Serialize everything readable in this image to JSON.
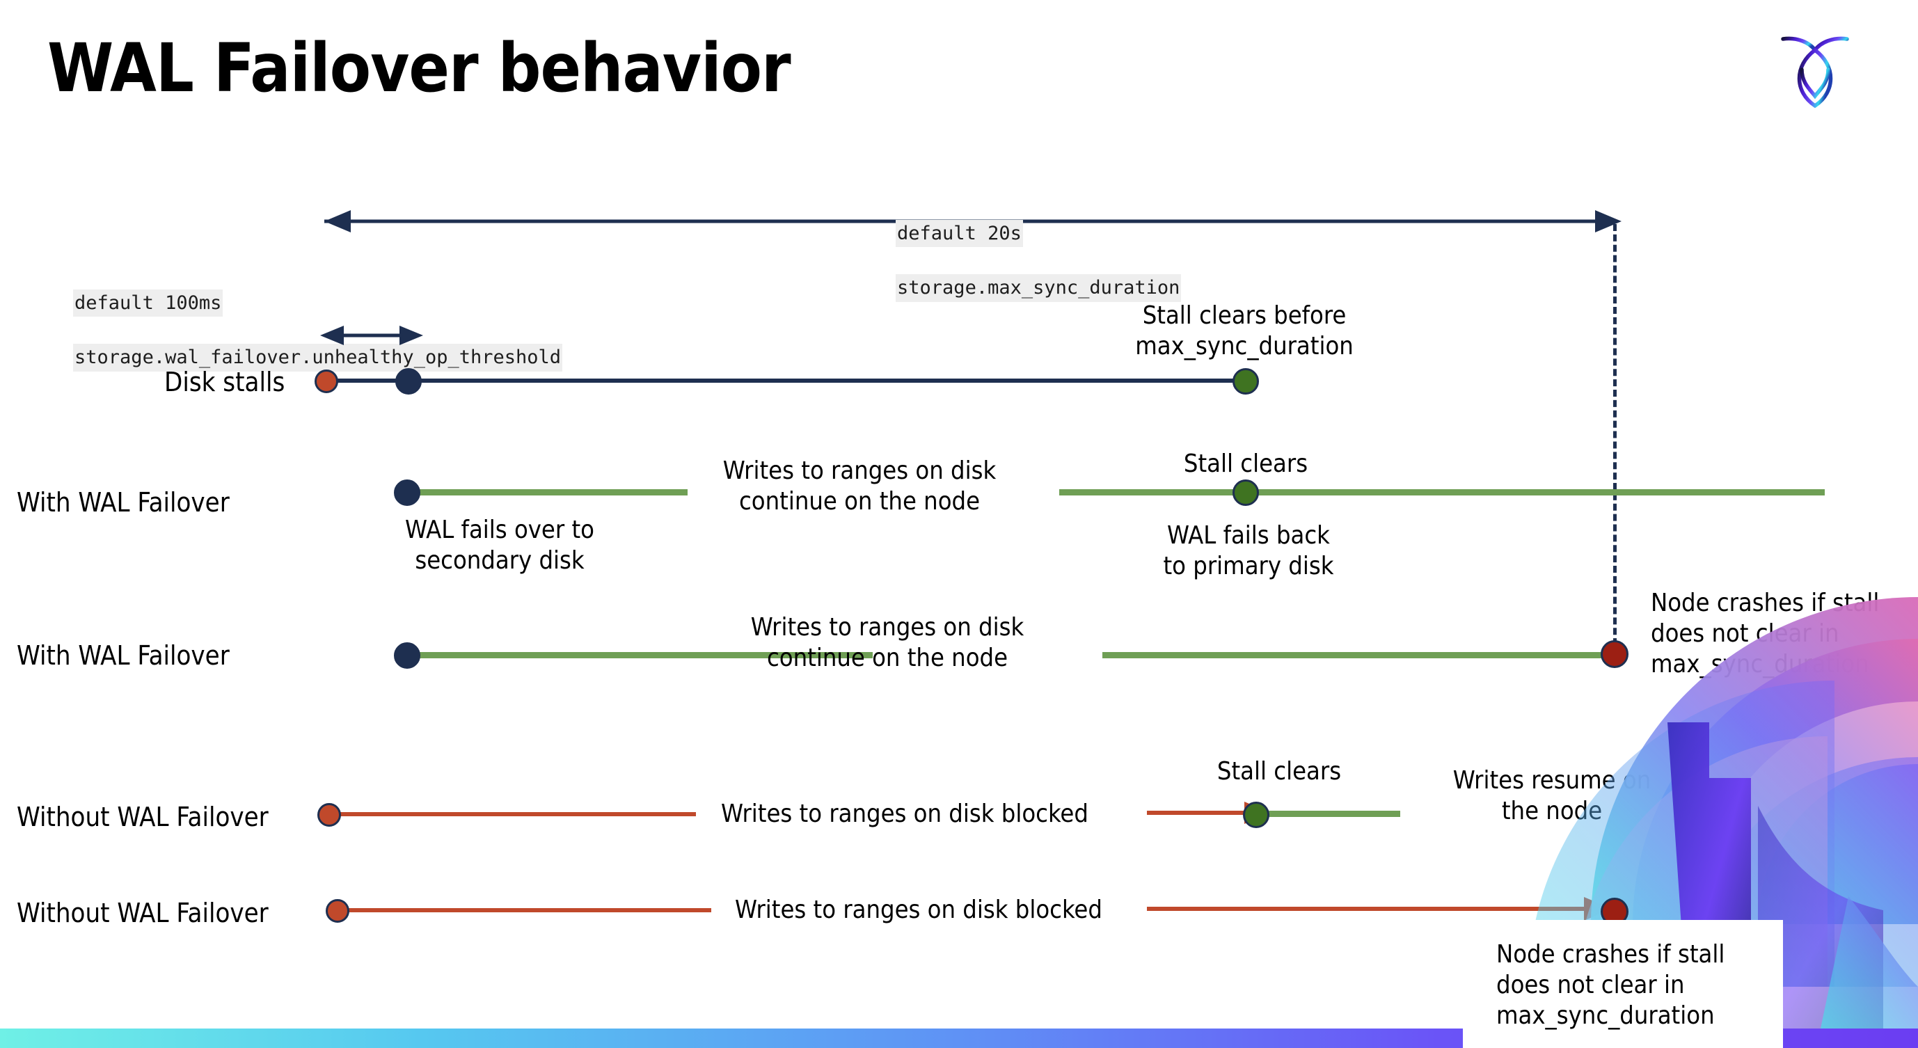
{
  "slide": {
    "title": "WAL Failover behavior",
    "logo_icon": "cockroach-labs-logo-icon",
    "accent_navy": "#1e2f50",
    "accent_green": "#6f9f55",
    "accent_red": "#c0492b",
    "accent_dark_red": "#9c1f13",
    "accent_dark_green": "#3f7321",
    "bottom_bar_gradient": "#6ff0e6 to #6b3df2"
  },
  "settings": {
    "max_sync": {
      "default": "default 20s",
      "name": "storage.max_sync_duration"
    },
    "unhealthy": {
      "default": "default 100ms",
      "name": "storage.wal_failover.unhealthy_op_threshold"
    }
  },
  "rows": {
    "disk_stalls": {
      "label": "Disk stalls",
      "note": "Stall clears before\nmax_sync_duration"
    },
    "with_failover_clears": {
      "label": "With WAL Failover",
      "note_failover": "WAL fails over to\nsecondary disk",
      "note_writes": "Writes to ranges on disk\ncontinue on the node",
      "note_clears": "Stall clears",
      "note_back": "WAL fails  back\nto primary disk"
    },
    "with_failover_crash": {
      "label": "With WAL Failover",
      "note_writes": "Writes to ranges on disk\ncontinue on the node",
      "note_crash": "Node crashes if stall\ndoes not clear in\nmax_sync_duration"
    },
    "without_failover_clears": {
      "label": "Without WAL Failover",
      "note_blocked": "Writes to ranges on disk  blocked",
      "note_clears": "Stall clears",
      "note_resume": "Writes resume on\nthe node"
    },
    "without_failover_crash": {
      "label": "Without WAL Failover",
      "note_blocked": "Writes to ranges on disk  blocked",
      "note_crash": "Node crashes if stall\ndoes not clear in\nmax_sync_duration"
    }
  }
}
